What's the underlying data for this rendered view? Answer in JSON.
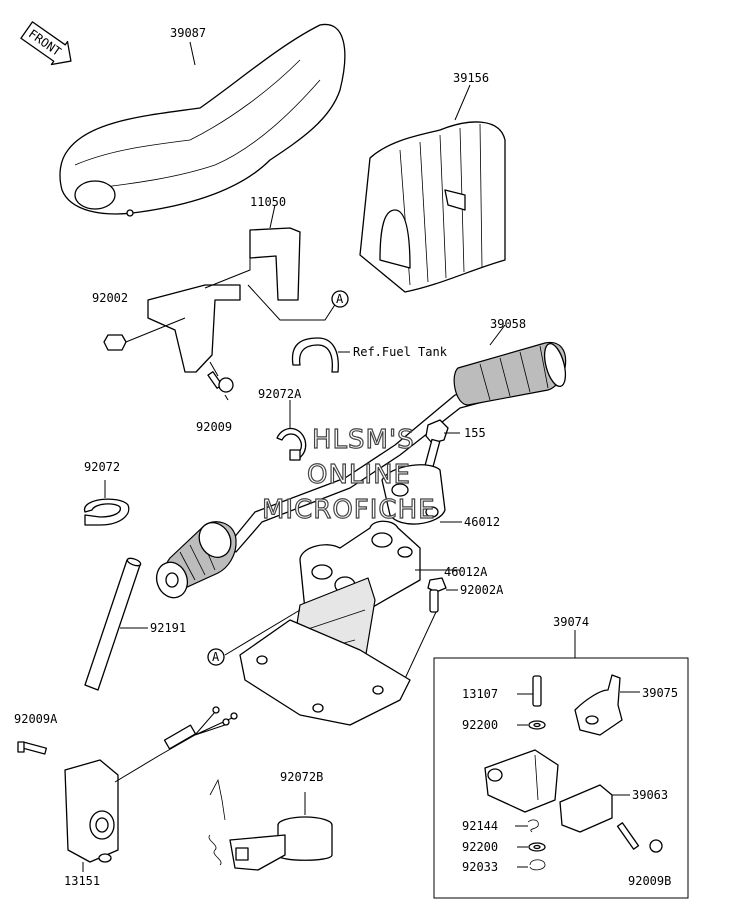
{
  "front_arrow": "FRONT",
  "labels": {
    "p39087": "39087",
    "p39156": "39156",
    "p11050": "11050",
    "p92002": "92002",
    "p92009": "92009",
    "ref_fuel": "Ref.Fuel Tank",
    "p39058": "39058",
    "p92072A": "92072A",
    "p155": "155",
    "p92072": "92072",
    "p46012": "46012",
    "p46012A": "46012A",
    "p92002A": "92002A",
    "p92191": "92191",
    "p39074": "39074",
    "p13107": "13107",
    "p39075": "39075",
    "p92200a": "92200",
    "p39063": "39063",
    "p92144": "92144",
    "p92200b": "92200",
    "p92033": "92033",
    "p92009B": "92009B",
    "p92009A": "92009A",
    "p92072B": "92072B",
    "p13151": "13151"
  },
  "markers": {
    "a_upper": "A",
    "a_lower": "A"
  },
  "watermark": [
    "HLSM'S",
    "ONLINE",
    "MICROFICHE"
  ]
}
